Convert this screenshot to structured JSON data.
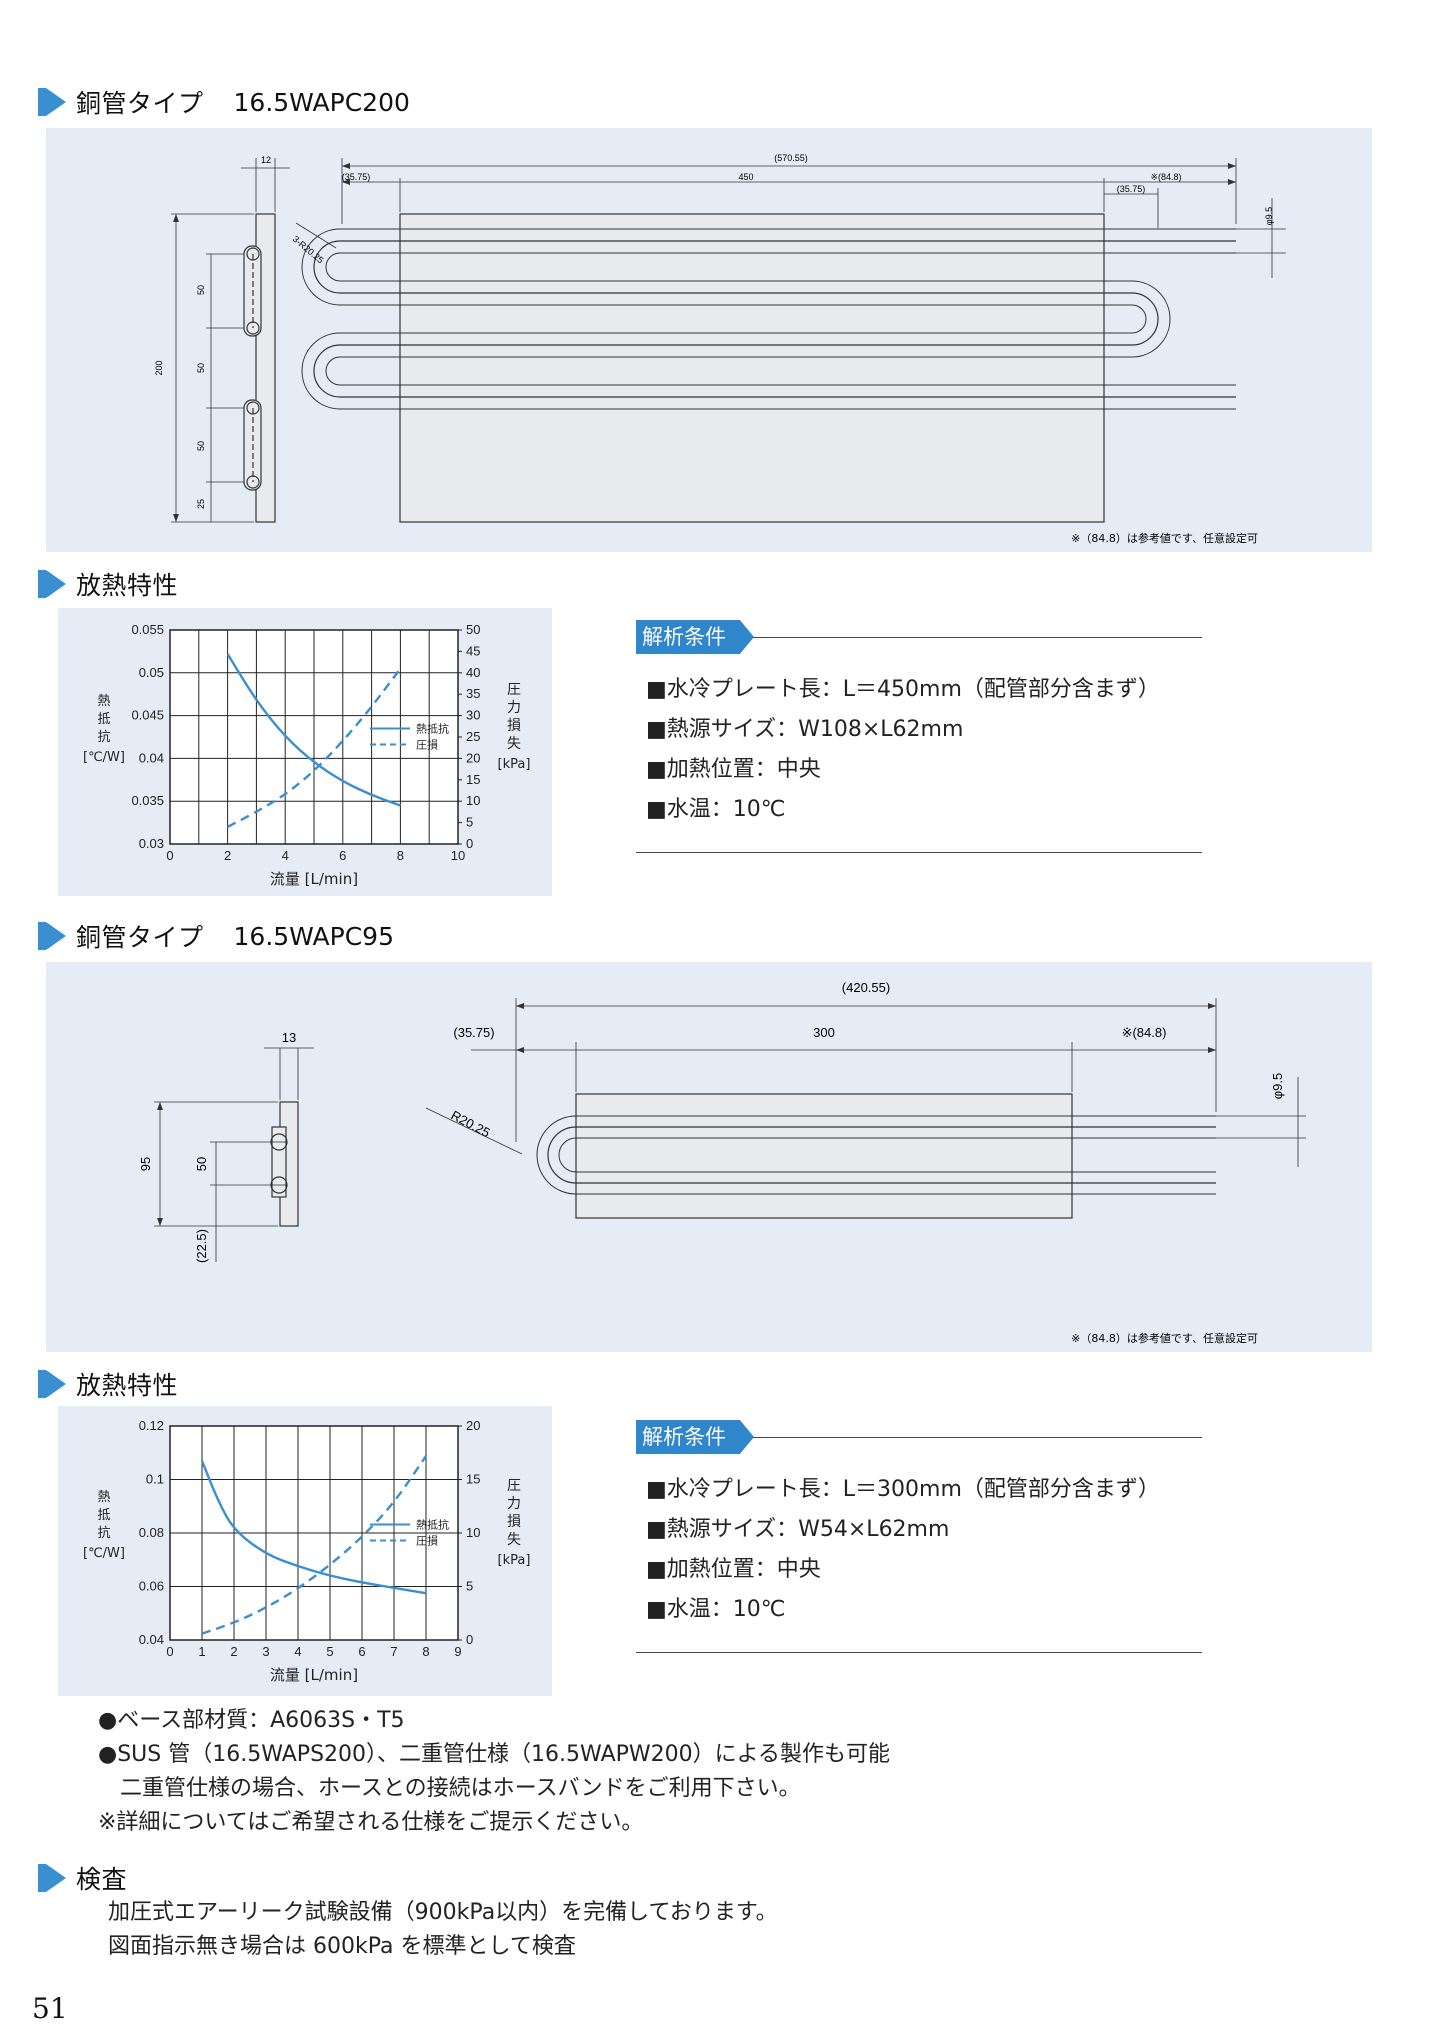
{
  "section1": {
    "title": "銅管タイプ",
    "model": "16.5WAPC200"
  },
  "drawing1": {
    "dims": {
      "overall": "(570.55)",
      "left_ext": "(35.75)",
      "length": "450",
      "right_ref": "※(84.8)",
      "right_ext": "(35.75)",
      "pipe_dia": "φ9.5",
      "bend_radius": "3-R20.25",
      "side_thk": "12",
      "height": "200",
      "pitch1": "50",
      "pitch2": "50",
      "pitch3": "50",
      "bottom": "25"
    },
    "note": "※（84.8）は参考値です、任意設定可"
  },
  "heat1": {
    "title": "放熱特性"
  },
  "chart1": {
    "chart_data": {
      "type": "line",
      "xlabel": "流量 [L/min]",
      "ylabel": "熱抵抗 [℃/W]",
      "y2label": "圧力損失 [kPa]",
      "ylabel_chars": [
        "熱",
        "抵",
        "抗"
      ],
      "ylabel_unit": "[℃/W]",
      "y2label_chars": [
        "圧",
        "力",
        "損",
        "失"
      ],
      "y2label_unit": "[kPa]",
      "xlim": [
        0,
        10
      ],
      "ylim": [
        0.03,
        0.055
      ],
      "y2lim": [
        0,
        50
      ],
      "x_ticks": [
        "0",
        "2",
        "4",
        "6",
        "8",
        "10"
      ],
      "y_ticks": [
        "0.055",
        "0.05",
        "0.045",
        "0.04",
        "0.035",
        "0.03"
      ],
      "y2_ticks": [
        "50",
        "45",
        "40",
        "35",
        "30",
        "25",
        "20",
        "15",
        "10",
        "5",
        "0"
      ],
      "grid": true,
      "legend_position": "center-right",
      "series": [
        {
          "name": "熱抵抗",
          "axis": "left",
          "style": "solid",
          "color": "#3a8fd0",
          "x": [
            2,
            3,
            4,
            5,
            6,
            7,
            8
          ],
          "y": [
            0.0522,
            0.0467,
            0.0425,
            0.0395,
            0.0373,
            0.0357,
            0.0345
          ]
        },
        {
          "name": "圧損",
          "axis": "right",
          "style": "dashed",
          "color": "#3a8fd0",
          "x": [
            2,
            3,
            4,
            5,
            6,
            7,
            8
          ],
          "y": [
            4,
            7.5,
            11.5,
            17,
            24,
            32,
            41
          ]
        }
      ]
    }
  },
  "cond1": {
    "tag": "解析条件",
    "items": [
      "■水冷プレート長：L＝450mm（配管部分含まず）",
      "■熱源サイズ：W108×L62mm",
      "■加熱位置：中央",
      "■水温：10℃"
    ]
  },
  "section2": {
    "title": "銅管タイプ",
    "model": "16.5WAPC95"
  },
  "drawing2": {
    "dims": {
      "overall": "(420.55)",
      "left_ext": "(35.75)",
      "length": "300",
      "right_ref": "※(84.8)",
      "pipe_dia": "φ9.5",
      "bend_radius": "R20.25",
      "side_thk": "13",
      "height": "95",
      "pitch": "50",
      "bottom": "(22.5)"
    },
    "note": "※（84.8）は参考値です、任意設定可"
  },
  "heat2": {
    "title": "放熱特性"
  },
  "chart2": {
    "chart_data": {
      "type": "line",
      "xlabel": "流量 [L/min]",
      "ylabel": "熱抵抗 [℃/W]",
      "y2label": "圧力損失 [kPa]",
      "ylabel_chars": [
        "熱",
        "抵",
        "抗"
      ],
      "ylabel_unit": "[℃/W]",
      "y2label_chars": [
        "圧",
        "力",
        "損",
        "失"
      ],
      "y2label_unit": "[kPa]",
      "xlim": [
        0,
        9
      ],
      "ylim": [
        0.04,
        0.12
      ],
      "y2lim": [
        0,
        20
      ],
      "x_ticks": [
        "0",
        "1",
        "2",
        "3",
        "4",
        "5",
        "6",
        "7",
        "8",
        "9"
      ],
      "y_ticks": [
        "0.12",
        "0.1",
        "0.08",
        "0.06",
        "0.04"
      ],
      "y2_ticks": [
        "20",
        "15",
        "10",
        "5",
        "0"
      ],
      "grid": true,
      "legend_position": "center-right",
      "series": [
        {
          "name": "熱抵抗",
          "axis": "left",
          "style": "solid",
          "color": "#3a8fd0",
          "x": [
            1,
            1.5,
            2,
            3,
            4,
            5,
            6,
            7,
            8
          ],
          "y": [
            0.107,
            0.092,
            0.081,
            0.072,
            0.0675,
            0.064,
            0.0615,
            0.0595,
            0.0575
          ]
        },
        {
          "name": "圧損",
          "axis": "right",
          "style": "dashed",
          "color": "#3a8fd0",
          "x": [
            1,
            2,
            3,
            4,
            5,
            6,
            7,
            8
          ],
          "y": [
            0.6,
            1.6,
            3.0,
            4.8,
            7.0,
            9.6,
            12.8,
            17.2
          ]
        }
      ]
    }
  },
  "cond2": {
    "tag": "解析条件",
    "items": [
      "■水冷プレート長：L＝300mm（配管部分含まず）",
      "■熱源サイズ：W54×L62mm",
      "■加熱位置：中央",
      "■水温：10℃"
    ]
  },
  "notes": [
    "●ベース部材質：A6063S・T5",
    "●SUS 管（16.5WAPS200）、二重管仕様（16.5WAPW200）による製作も可能",
    "　二重管仕様の場合、ホースとの接続はホースバンドをご利用下さい。",
    "※詳細についてはご希望される仕様をご提示ください。"
  ],
  "inspection": {
    "title": "検査",
    "lines": [
      "加圧式エアーリーク試験設備（900kPa以内）を完備しております。",
      "図面指示無き場合は 600kPa を標準として検査"
    ]
  },
  "page_number": "51",
  "colors": {
    "accent": "#3a8fd0",
    "panel": "#e5ecf6",
    "tag": "#2f86cb"
  }
}
